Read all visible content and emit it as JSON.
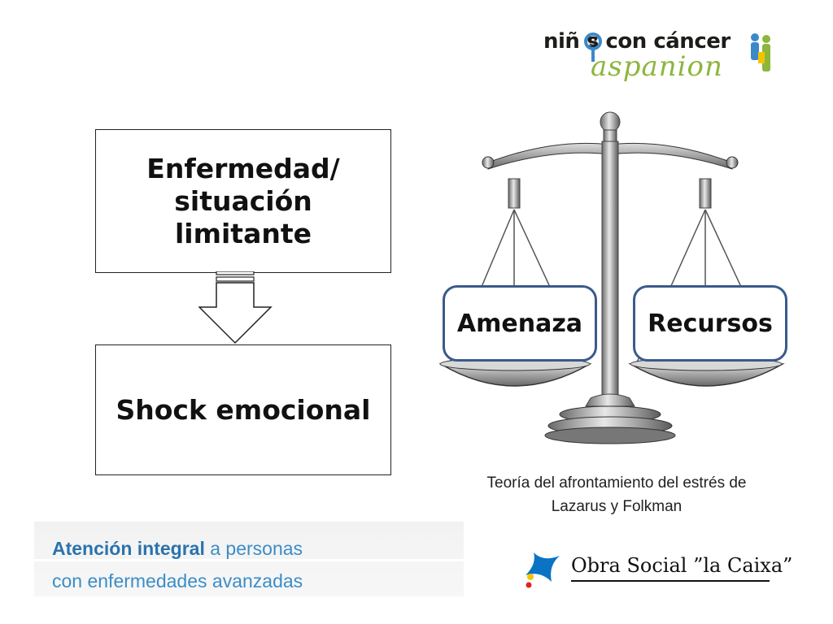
{
  "logo_top": {
    "line1": "niñ s con cáncer",
    "line2": "aspanion"
  },
  "flow": {
    "box1": "Enfermedad/ situación limitante",
    "box2": "Shock emocional"
  },
  "scale": {
    "left": "Amenaza",
    "right": "Recursos"
  },
  "caption": {
    "line1": "Teoría del afrontamiento del estrés de",
    "line2": "Lazarus y Folkman"
  },
  "banner": {
    "bold": "Atención integral",
    "rest": " a personas",
    "line2": "con enfermedades avanzadas"
  },
  "logo_bottom": {
    "text": "Obra Social ”la Caixa”"
  },
  "colors": {
    "pill_border": "#3a5a8c",
    "banner_text": "#3b8dc7",
    "logo_green": "#8cb63c",
    "caixa_blue": "#0a73c4",
    "caixa_yellow": "#f5c400",
    "caixa_red": "#e2231a"
  }
}
